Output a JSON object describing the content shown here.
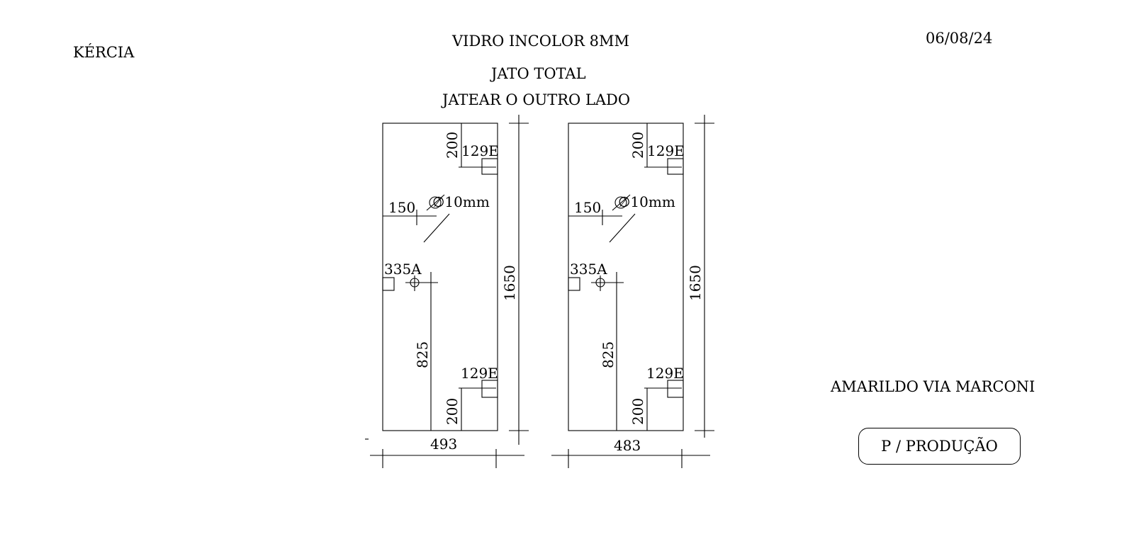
{
  "header": {
    "client": "KÉRCIA",
    "title_lines": [
      "VIDRO INCOLOR 8MM",
      "JATO TOTAL",
      "JATEAR O OUTRO LADO"
    ],
    "date": "06/08/24"
  },
  "footer": {
    "site": "AMARILDO VIA MARCONI",
    "status": "P / PRODUÇÃO"
  },
  "panels": [
    {
      "width": "493",
      "height": "1650",
      "top_hardware_offset": "200",
      "top_hardware_code": "129E",
      "hole_offset": "150",
      "hole_label": "∅10mm",
      "lock_code": "335A",
      "lock_height": "825",
      "bottom_hardware_code": "129E",
      "bottom_hardware_offset": "200"
    },
    {
      "width": "483",
      "height": "1650",
      "top_hardware_offset": "200",
      "top_hardware_code": "129E",
      "hole_offset": "150",
      "hole_label": "∅10mm",
      "lock_code": "335A",
      "lock_height": "825",
      "bottom_hardware_code": "129E",
      "bottom_hardware_offset": "200"
    }
  ]
}
